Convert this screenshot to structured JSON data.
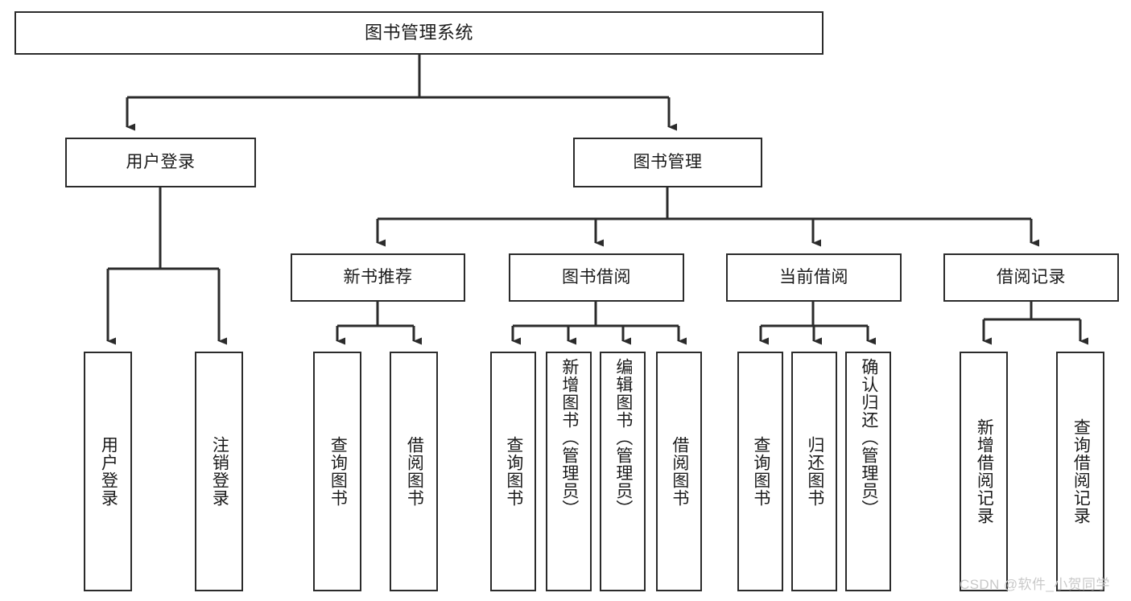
{
  "diagram": {
    "type": "tree-hierarchy",
    "title": "图书管理系统",
    "orientation": "top-down",
    "colors": {
      "background": "#ffffff",
      "box_border": "#2b2b2b",
      "box_fill": "#ffffff",
      "text": "#1b1b1b",
      "edge": "#2b2b2b",
      "watermark": "#c9c9c9"
    },
    "root": {
      "label": "图书管理系统"
    },
    "level2": [
      {
        "label": "用户登录"
      },
      {
        "label": "图书管理"
      }
    ],
    "level3": [
      {
        "label": "新书推荐"
      },
      {
        "label": "图书借阅"
      },
      {
        "label": "当前借阅"
      },
      {
        "label": "借阅记录"
      }
    ],
    "leaves": {
      "user_login": [
        {
          "label": "用户登录"
        },
        {
          "label": "注销登录"
        }
      ],
      "new_book_recommend": [
        {
          "label": "查询图书"
        },
        {
          "label": "借阅图书"
        }
      ],
      "book_borrow": [
        {
          "label": "查询图书"
        },
        {
          "label": "新增图书（管理员）"
        },
        {
          "label": "编辑图书（管理员）"
        },
        {
          "label": "借阅图书"
        }
      ],
      "current_borrow": [
        {
          "label": "查询图书"
        },
        {
          "label": "归还图书"
        },
        {
          "label": "确认归还（管理员）"
        }
      ],
      "borrow_record": [
        {
          "label": "新增借阅记录"
        },
        {
          "label": "查询借阅记录"
        }
      ]
    }
  },
  "watermark": {
    "text": "CSDN @软件_小贺同学"
  }
}
